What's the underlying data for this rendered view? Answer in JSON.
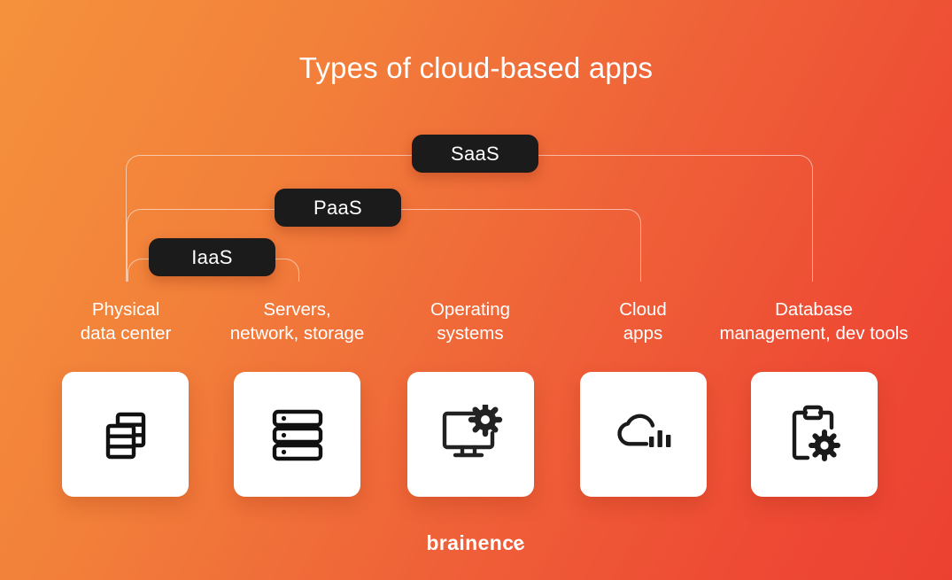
{
  "page": {
    "title": "Types of cloud-based apps",
    "background_from": "#F5913C",
    "background_to": "#EC4132",
    "card_bg": "#FFFFFF",
    "badge_bg": "#1B1B1B",
    "text_color": "#FFFFFF"
  },
  "service_models": [
    {
      "id": "saas",
      "label": "SaaS"
    },
    {
      "id": "paas",
      "label": "PaaS"
    },
    {
      "id": "iaas",
      "label": "IaaS"
    }
  ],
  "layers": [
    {
      "id": "physical-data-center",
      "label": "Physical\ndata center",
      "label_line1": "Physical",
      "label_line2": "data center",
      "icon": "server-racks-icon"
    },
    {
      "id": "servers-network-storage",
      "label": "Servers,\nnetwork, storage",
      "label_line1": "Servers,",
      "label_line2": "network, storage",
      "icon": "server-stack-icon"
    },
    {
      "id": "operating-systems",
      "label": "Operating\nsystems",
      "label_line1": "Operating",
      "label_line2": "systems",
      "icon": "monitor-gear-icon"
    },
    {
      "id": "cloud-apps",
      "label": "Cloud\napps",
      "label_line1": "Cloud",
      "label_line2": "apps",
      "icon": "cloud-chart-icon"
    },
    {
      "id": "database-management-dev-tools",
      "label": "Database\nmanagement, dev tools",
      "label_line1": "Database",
      "label_line2": "management, dev tools",
      "icon": "clipboard-gear-icon"
    }
  ],
  "footer": {
    "logo_main": "brainenc",
    "logo_tail": "e",
    "logo_full": "brainence"
  }
}
